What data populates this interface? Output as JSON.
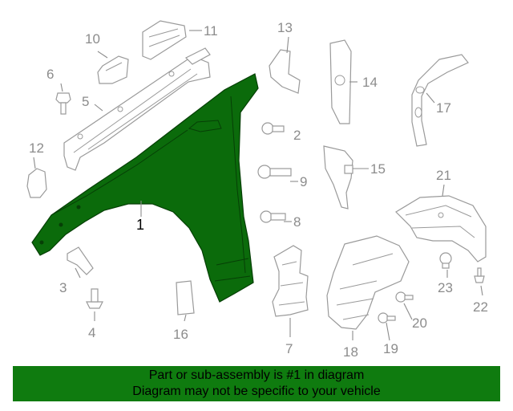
{
  "diagram": {
    "callouts": {
      "p1": "1",
      "p2": "2",
      "p3": "3",
      "p4": "4",
      "p5": "5",
      "p6": "6",
      "p7": "7",
      "p8": "8",
      "p9": "9",
      "p10": "10",
      "p11": "11",
      "p12": "12",
      "p13": "13",
      "p14": "14",
      "p15": "15",
      "p16": "16",
      "p17": "17",
      "p18": "18",
      "p19": "19",
      "p20": "20",
      "p21": "21",
      "p22": "22",
      "p23": "23"
    },
    "highlight_color": "#0b6b0b"
  },
  "banner": {
    "line1": "Part or sub-assembly is #1 in diagram",
    "line2": "Diagram may not be specific to your vehicle",
    "color": "#0f7b0f"
  }
}
